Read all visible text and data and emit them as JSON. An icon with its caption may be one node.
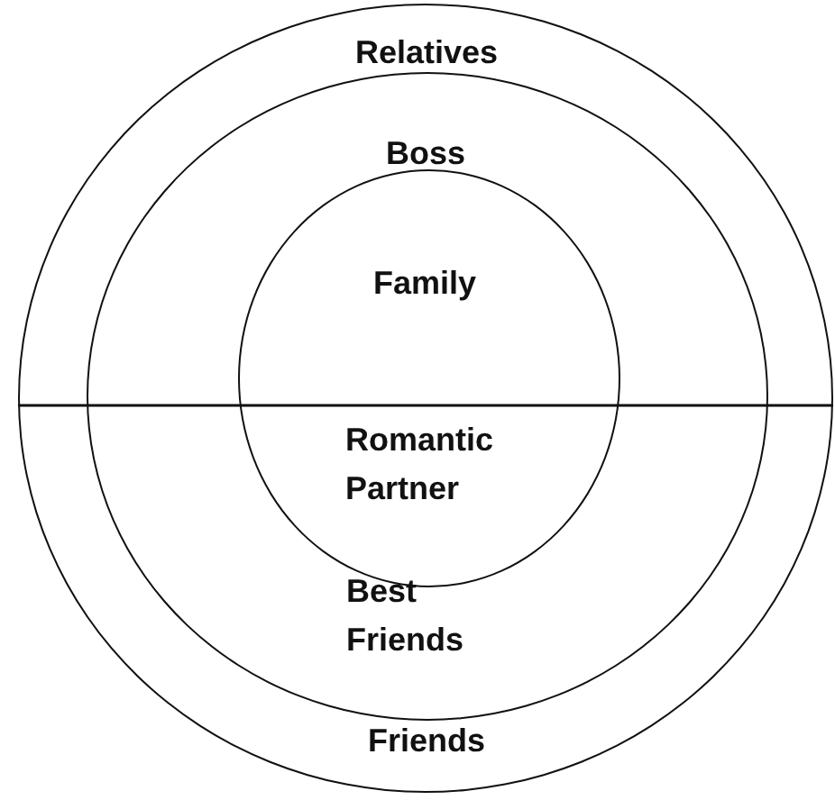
{
  "diagram": {
    "nodes": [
      {
        "text": [
          "Relatives",
          "Friends"
        ]
      },
      {
        "text": [
          "Boss",
          "Best Friends"
        ],
        "in": 0
      },
      {
        "text": [
          "Family",
          "Romantic Partner"
        ],
        "in": 1
      }
    ]
  }
}
